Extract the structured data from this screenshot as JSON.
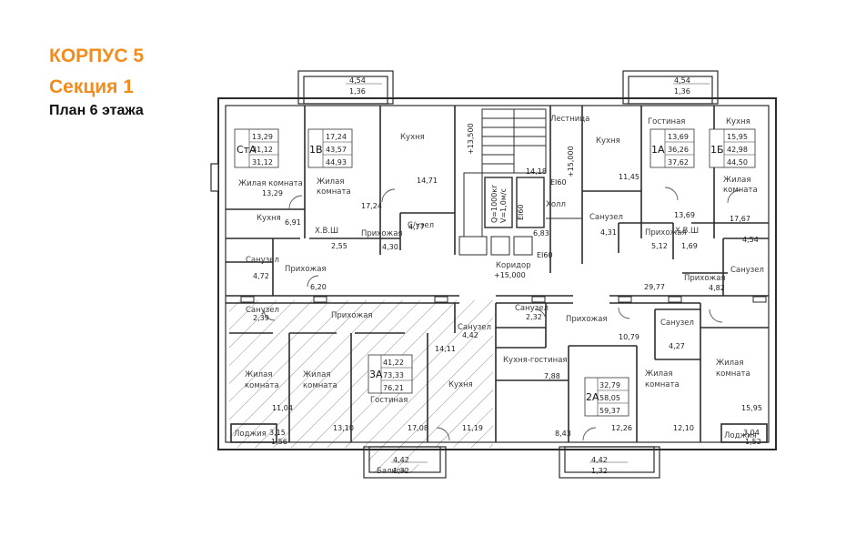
{
  "header": {
    "building": "КОРПУС 5",
    "section": "Секция 1",
    "plan": "План 6 этажа"
  },
  "colors": {
    "accent": "#f28c1d",
    "wall": "#2b2b2b",
    "hatch": "#3a3a3a"
  },
  "balconies": [
    {
      "a": "4,54",
      "b": "1,36"
    },
    {
      "a": "4,54",
      "b": "1,36"
    },
    {
      "a": "4,42",
      "b": "1,32"
    },
    {
      "a": "4,42",
      "b": "1,32"
    }
  ],
  "apartments": {
    "sta": {
      "code": "СтА",
      "v1": "13,29",
      "v2": "31,12",
      "v3": "31,12"
    },
    "b1": {
      "code": "1В",
      "v1": "17,24",
      "v2": "43,57",
      "v3": "44,93"
    },
    "a1": {
      "code": "1А",
      "v1": "13,69",
      "v2": "36,26",
      "v3": "37,62"
    },
    "b15": {
      "code": "1Б",
      "v1": "15,95",
      "v2": "42,98",
      "v3": "44,50"
    },
    "a3": {
      "code": "3А",
      "v1": "41,22",
      "v2": "73,33",
      "v3": "76,21"
    },
    "a2": {
      "code": "2А",
      "v1": "32,79",
      "v2": "58,05",
      "v3": "59,37"
    }
  },
  "labels": {
    "kitchen": "Кухня",
    "living": "Жилая комната",
    "living1": "Жилая",
    "living2": "комната",
    "hall": "Прихожая",
    "bath": "Санузел",
    "bath_sep": "С/узел",
    "closet": "Х.В.Ш",
    "lounge": "Гостиная",
    "kitchen_lounge": "Кухня-гостиная",
    "corridor": "Коридор",
    "corridor_level": "+15,000",
    "foyer": "Холл",
    "stairs": "Лестница",
    "level": "+15,000",
    "lift": "Q=1000кг",
    "lift2": "V=1,0м/с",
    "ei": "EI60",
    "loggia": "Лоджия",
    "balcony": "Балкон",
    "stair_level": "+13,500"
  },
  "areas": {
    "sta_living": "13,29",
    "sta_kitchen": "6,91",
    "sta_bath": "2,55",
    "sta_bath2": "4,72",
    "sta_hall": "6,20",
    "b1_living": "17,24",
    "b1_kitchen": "14,71",
    "b1_hall": "4,30",
    "b1_bath": "4,77",
    "core": "14,18",
    "core_hall": "6,83",
    "a1_kitchen": "11,45",
    "a1_bath": "4,31",
    "a1_living": "13,69",
    "a1_hall": "5,12",
    "a1_closet": "1,69",
    "b15_living": "17,67",
    "b15_bath": "4,54",
    "b15_hall": "4,82",
    "corridor": "29,77",
    "a3_bath": "2,39",
    "a3_liv1": "11,04",
    "a3_liv2": "13,10",
    "a3_liv3": "17,08",
    "a3_kitchen": "11,19",
    "a3_bath2": "4,42",
    "a3_hall": "14,11",
    "a3_log": "3,15",
    "a3_log2": "1,56",
    "a2_bath": "2,32",
    "a2_kitchen": "7,88",
    "a2_hall": "8,43",
    "a2_lounge": "12,26",
    "a2_hall2": "10,79",
    "a2_bath2": "4,27",
    "a2_liv": "12,10",
    "r_liv": "15,95",
    "r_log": "3,04",
    "r_log2": "1,52"
  }
}
